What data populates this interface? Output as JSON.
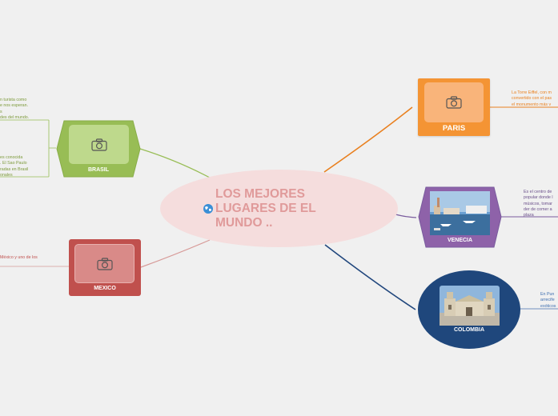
{
  "central": {
    "title": "LOS MEJORES\nLUGARES DE EL\nMUNDO ..",
    "icon": "globe-icon",
    "color": "#f5dddd",
    "text_color": "#e09a9a"
  },
  "topics": {
    "paris": {
      "label": "PARIS",
      "color": "#f49434",
      "line_color": "#e9801f",
      "image": "camera-placeholder"
    },
    "venecia": {
      "label": "VENECIA",
      "color": "#8e62a9",
      "line_color": "#7a5c9e",
      "image": "venice-photo"
    },
    "colombia": {
      "label": "COLOMBIA",
      "color": "#1f477c",
      "line_color": "#21477d",
      "image": "bogota-cathedral-photo"
    },
    "brasil": {
      "label": "BRASIL",
      "color": "#98bd55",
      "line_color": "#98bd55",
      "image": "camera-placeholder"
    },
    "mexico": {
      "label": "MEXICO",
      "color": "#c0504d",
      "line_color": "#d79a98",
      "image": "camera-placeholder"
    }
  },
  "notes": {
    "paris": "La Torre Eiffel, con m\nconvertido con el pas\nel monumento más v",
    "venecia": "Es el centro de\npopular donde l\nmúsicos, tomar\nder de comer a\nplaza",
    "colombia": "En Pun\narrecife\nexóticos",
    "brasil_1": "n turista como\ne nos esperan.\ns\ndes del mundo.",
    "brasil_2": "es conocida\n. El Sao Paulo\nradas en Brasil\nonales",
    "mexico": "México y uno de los"
  }
}
